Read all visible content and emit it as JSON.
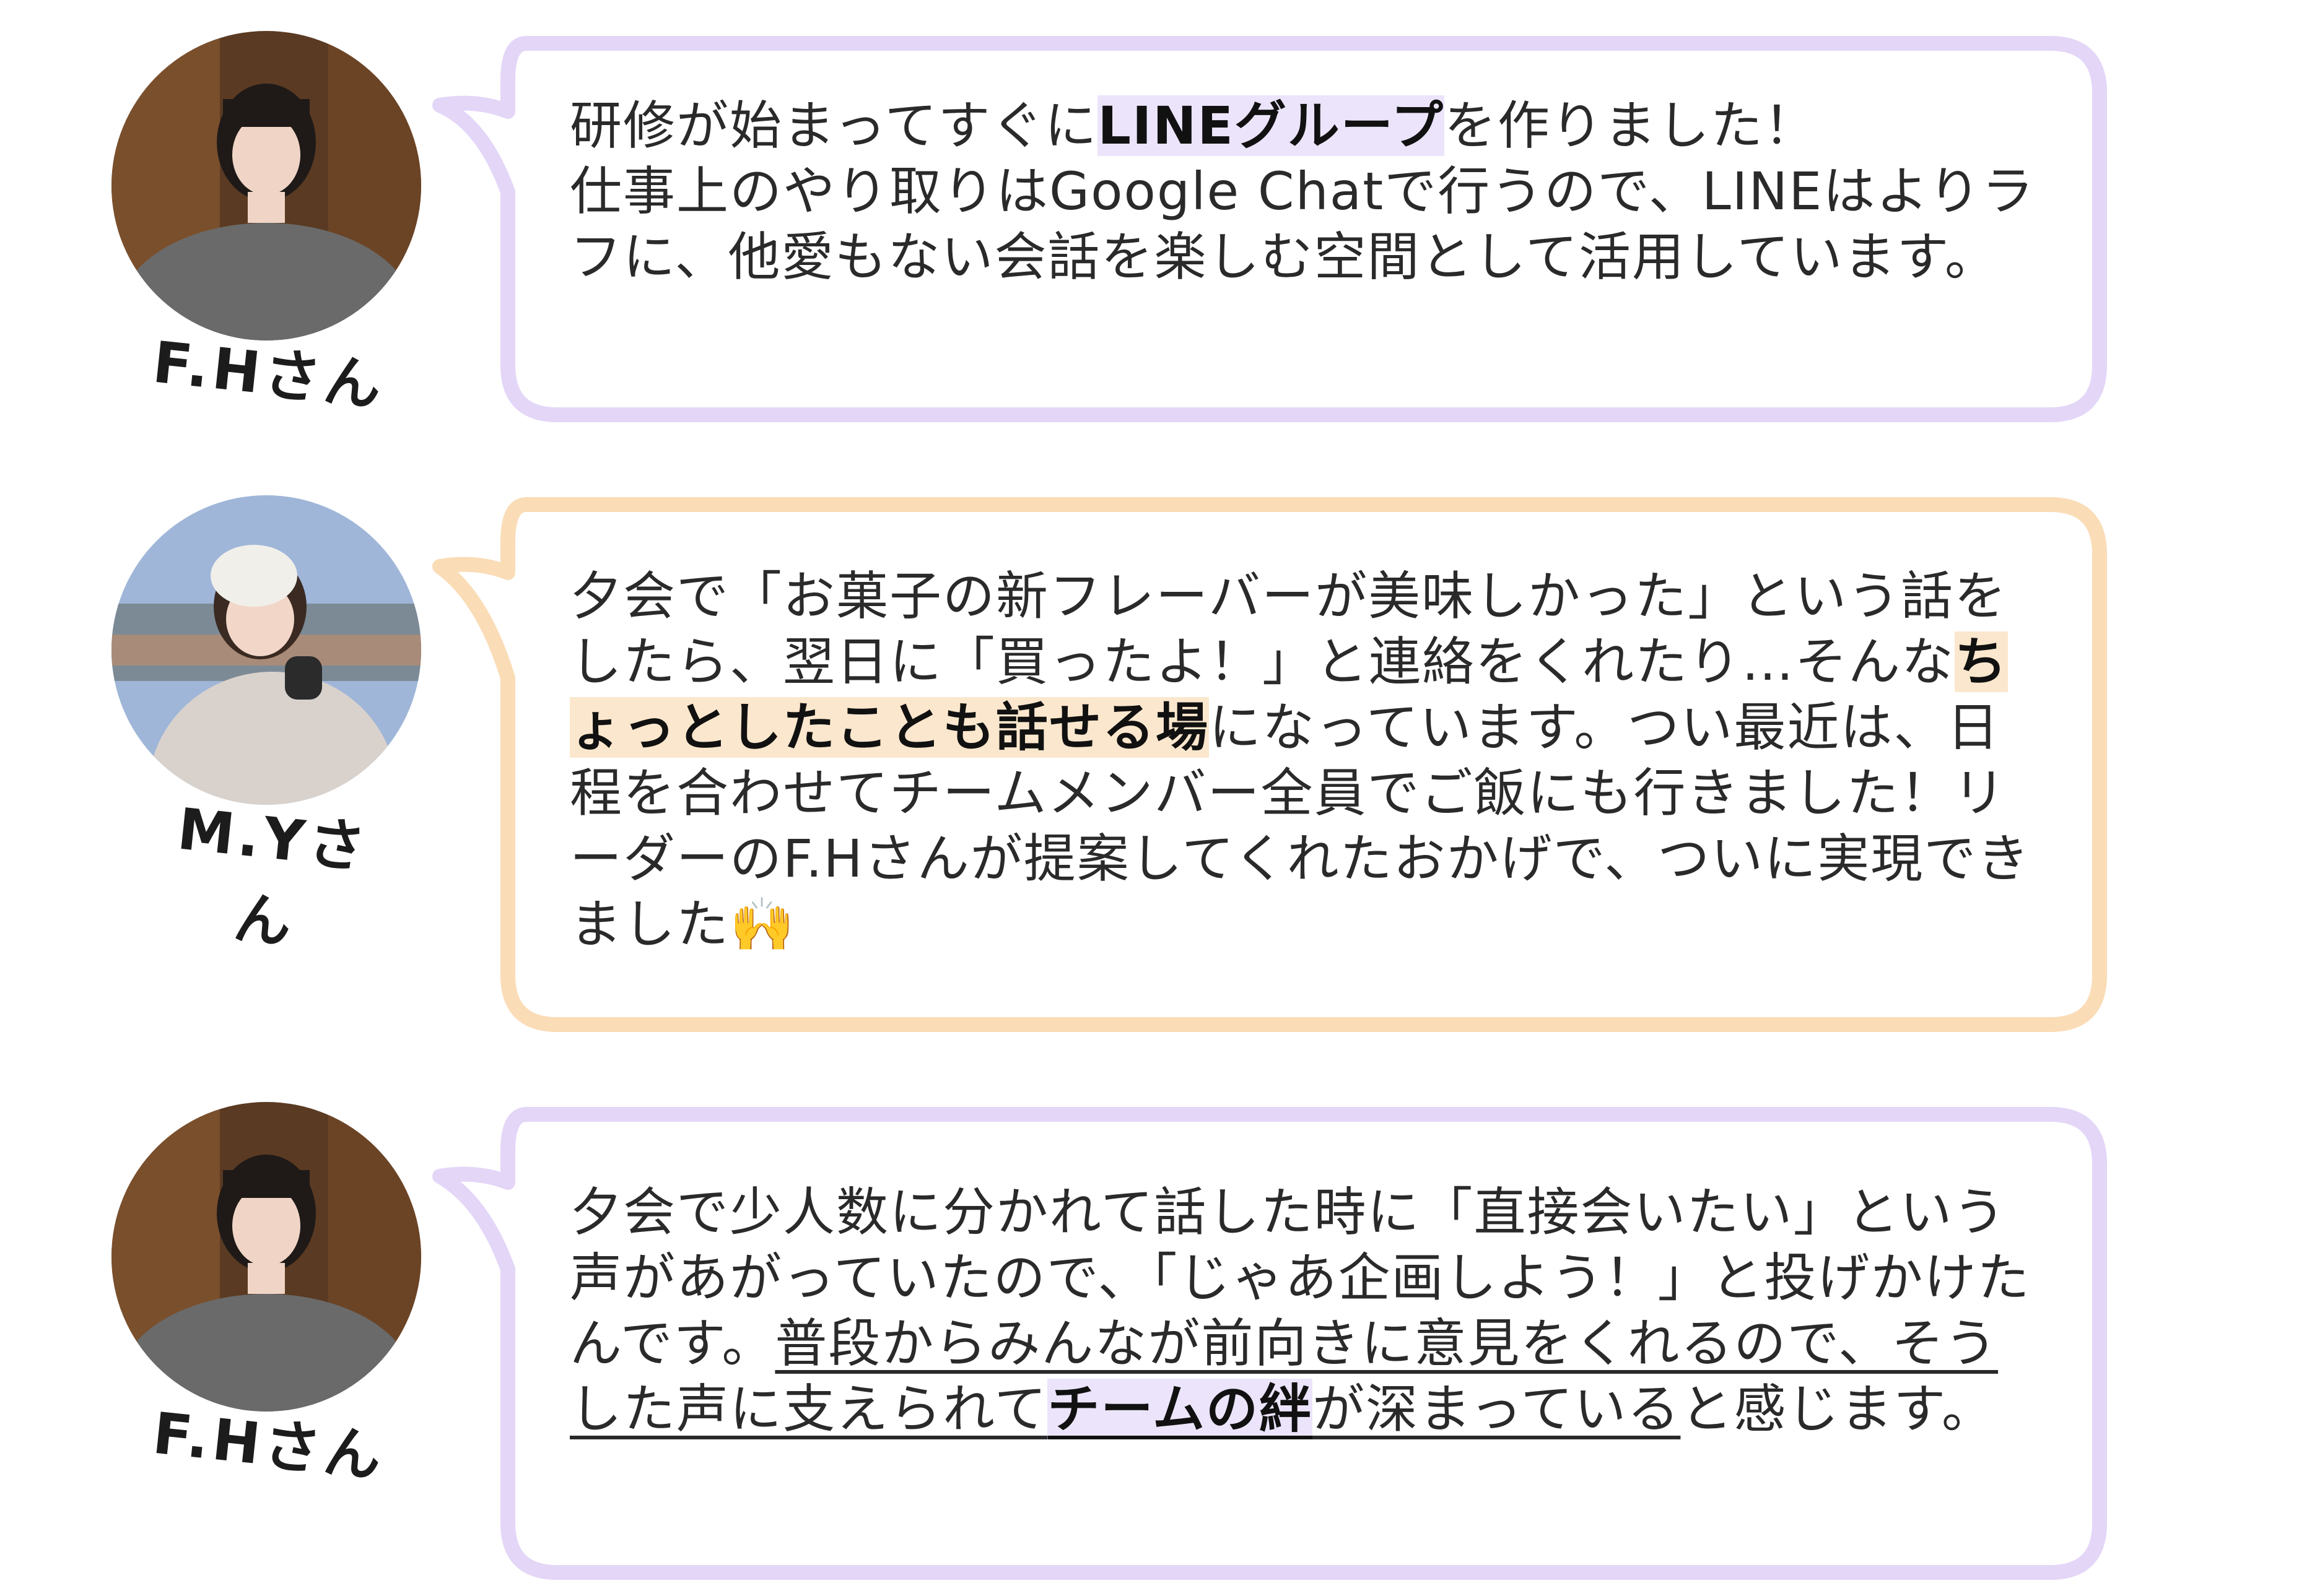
{
  "colors": {
    "purple_border": "#e3d6f7",
    "orange_border": "#fadcb6",
    "highlight_purple": "#ece4fb",
    "highlight_orange": "#fbe7cd"
  },
  "testimonials": [
    {
      "name": "F.Hさん",
      "avatar_icon": "person-photo-icon",
      "border": "purple",
      "segments": [
        {
          "text": "研修が始まってすぐに",
          "style": "plain"
        },
        {
          "text": "LINEグループ",
          "style": "hl-purple"
        },
        {
          "text": "を作りました！\n仕事上のやり取りはGoogle Chatで行うので、LINEはよりラフに、他愛もない会話を楽しむ空間として活用しています。",
          "style": "plain"
        }
      ]
    },
    {
      "name": "M.Yさん",
      "avatar_icon": "person-photo-icon",
      "border": "orange",
      "segments": [
        {
          "text": "夕会で「お菓子の新フレーバーが美味しかった」という話をしたら、翌日に「買ったよ！」と連絡をくれたり…そんな",
          "style": "plain"
        },
        {
          "text": "ちょっとしたことも話せる場",
          "style": "hl-orange"
        },
        {
          "text": "になっています。つい最近は、日程を合わせてチームメンバー全員でご飯にも行きました！リーダーのF.Hさんが提案してくれたおかげで、ついに実現できました🙌",
          "style": "plain"
        }
      ]
    },
    {
      "name": "F.Hさん",
      "avatar_icon": "person-photo-icon",
      "border": "purple",
      "segments": [
        {
          "text": "夕会で少人数に分かれて話した時に「直接会いたい」という声があがっていたので、「じゃあ企画しよう！」と投げかけたんです。",
          "style": "plain"
        },
        {
          "text": "普段からみんなが前向きに意見をくれるので、そうした声に支えられて",
          "style": "ul"
        },
        {
          "text": "チームの絆",
          "style": "hl-purple ul"
        },
        {
          "text": "が深まっている",
          "style": "ul"
        },
        {
          "text": "と感じます。",
          "style": "plain"
        }
      ]
    }
  ]
}
